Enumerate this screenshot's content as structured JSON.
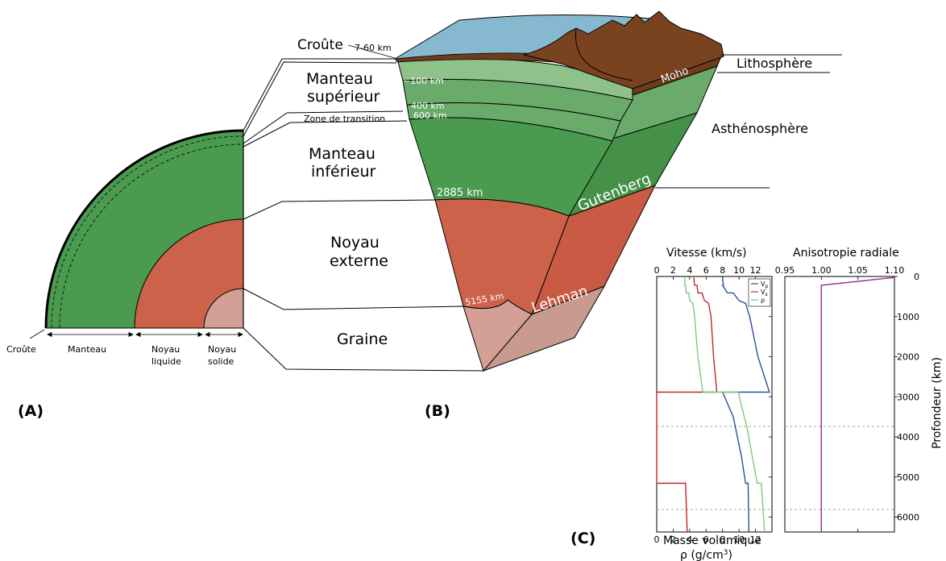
{
  "panel_a": {
    "letter": "(A)",
    "labels": {
      "croute": "Croûte",
      "manteau": "Manteau",
      "noyau_liquide_1": "Noyau",
      "noyau_liquide_2": "liquide",
      "noyau_solide_1": "Noyau",
      "noyau_solide_2": "solide"
    }
  },
  "panel_b": {
    "letter": "(B)",
    "layers": {
      "croute": "Croûte",
      "manteau_sup_1": "Manteau",
      "manteau_sup_2": "supérieur",
      "zone_transition": "Zone de transition",
      "manteau_inf_1": "Manteau",
      "manteau_inf_2": "inférieur",
      "noyau_ext_1": "Noyau",
      "noyau_ext_2": "externe",
      "graine": "Graine"
    },
    "depths": {
      "d_crust": "7-60 km",
      "d_100": "~100 km",
      "d_400": "400 km",
      "d_600": "600 km",
      "d_2885": "2885 km",
      "d_5155": "5155 km"
    },
    "discontinuities": {
      "moho": "Moho",
      "gutenberg": "Gutenberg",
      "lehman": "Lehman"
    },
    "regions": {
      "lithosphere": "Lithosphère",
      "asthenosphere": "Asthénosphère"
    }
  },
  "panel_c": {
    "letter": "(C)",
    "left_plot": {
      "top_title": "Vitesse (km/s)",
      "top_ticks": [
        "0",
        "2",
        "4",
        "6",
        "8",
        "10",
        "12"
      ],
      "bottom_title": "Masse volumique",
      "bottom_unit_base": "ρ (g/cm",
      "bottom_unit_sup": "3",
      "bottom_unit_end": ")",
      "bottom_ticks": [
        "0",
        "2",
        "4",
        "6",
        "8",
        "10",
        "12"
      ],
      "legend": [
        {
          "base": "V",
          "sub": "p",
          "color": "#2b4fa0"
        },
        {
          "base": "V",
          "sub": "s",
          "color": "#c0282b"
        },
        {
          "base": "ρ",
          "sub": "",
          "color": "#7fc97f"
        }
      ]
    },
    "right_plot": {
      "top_title": "Anisotropie radiale",
      "top_ticks": [
        "0.95",
        "1.00",
        "1.05",
        "1.10"
      ],
      "ylabel": "Profondeur (km)",
      "y_ticks": [
        "0",
        "1000",
        "2000",
        "3000",
        "4000",
        "5000",
        "6000"
      ]
    }
  },
  "chart_data": [
    {
      "type": "line",
      "title": "",
      "xlabel": "Vitesse (km/s) / Masse volumique ρ (g/cm3)",
      "ylabel": "Profondeur (km)",
      "xlim": [
        0,
        14
      ],
      "ylim": [
        6371,
        0
      ],
      "series": [
        {
          "name": "Vp",
          "color": "#2b4fa0",
          "points": [
            [
              8.0,
              24
            ],
            [
              8.1,
              220
            ],
            [
              8.0,
              220
            ],
            [
              8.6,
              410
            ],
            [
              9.3,
              410
            ],
            [
              10.0,
              600
            ],
            [
              10.8,
              670
            ],
            [
              11.3,
              1000
            ],
            [
              12.3,
              2000
            ],
            [
              13.7,
              2885
            ],
            [
              8.0,
              2885
            ],
            [
              9.3,
              3500
            ],
            [
              10.3,
              4500
            ],
            [
              10.8,
              5155
            ],
            [
              11.1,
              5155
            ],
            [
              11.2,
              6371
            ]
          ]
        },
        {
          "name": "Vs",
          "color": "#c0282b",
          "points": [
            [
              4.5,
              24
            ],
            [
              4.6,
              220
            ],
            [
              4.9,
              220
            ],
            [
              5.0,
              410
            ],
            [
              5.5,
              410
            ],
            [
              5.8,
              600
            ],
            [
              6.3,
              670
            ],
            [
              6.6,
              1000
            ],
            [
              6.9,
              2000
            ],
            [
              7.3,
              2885
            ],
            [
              0,
              2885
            ],
            [
              0,
              5155
            ],
            [
              3.5,
              5155
            ],
            [
              3.7,
              6371
            ]
          ]
        },
        {
          "name": "ρ",
          "color": "#7fc97f",
          "points": [
            [
              3.4,
              24
            ],
            [
              3.4,
              220
            ],
            [
              3.5,
              220
            ],
            [
              3.6,
              410
            ],
            [
              3.9,
              410
            ],
            [
              4.0,
              600
            ],
            [
              4.4,
              670
            ],
            [
              4.6,
              1000
            ],
            [
              5.0,
              2000
            ],
            [
              5.6,
              2885
            ],
            [
              9.9,
              2885
            ],
            [
              11.0,
              3800
            ],
            [
              12.2,
              5155
            ],
            [
              12.7,
              5155
            ],
            [
              13.1,
              6371
            ]
          ]
        }
      ]
    },
    {
      "type": "line",
      "title": "",
      "xlabel": "Anisotropie radiale",
      "ylabel": "Profondeur (km)",
      "xlim": [
        0.95,
        1.1
      ],
      "ylim": [
        6371,
        0
      ],
      "series": [
        {
          "name": "",
          "color": "#9e2a8a",
          "points": [
            [
              1.1,
              24
            ],
            [
              1.0,
              220
            ],
            [
              1.0,
              6371
            ]
          ]
        }
      ]
    }
  ],
  "colors": {
    "mantle": "#4a9a4f",
    "upper_mantle_light": "#8fc28a",
    "upper_mantle_mid": "#6aaa6b",
    "outer_core": "#cc624a",
    "inner_core": "#d4a096",
    "crust": "#6e3b1c",
    "ocean": "#86b9d0"
  }
}
